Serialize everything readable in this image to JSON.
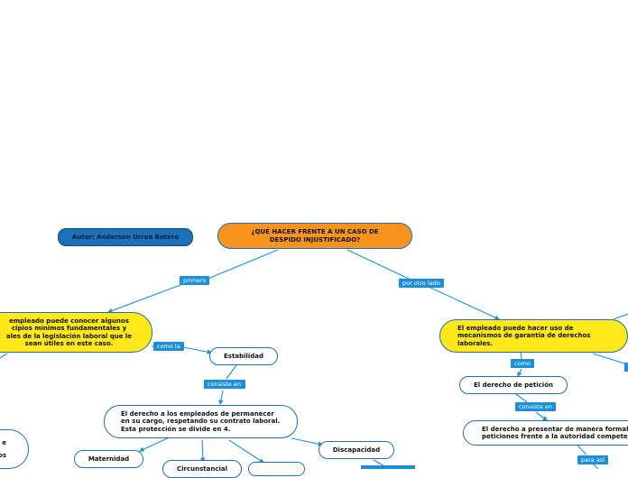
{
  "center": {
    "title": "¿QUÉ HACER FRENTE A UN CASO DE\nDESPIDO INJUSTIFICADO?"
  },
  "author": {
    "text": "Autor: Anderson Urrea Botero"
  },
  "left_branch": {
    "label": "primero",
    "node_text": "empleado puede conocer algunos\ncipios mínimos fundamentales y\nales de la legislación laboral que le\nsean útiles en este caso.",
    "como_label": "como la",
    "estabilidad": "Estabilidad",
    "consiste_label": "consiste en",
    "derecho_text": "El derecho a los empleados de permanecer\nen su cargo, respetando su contrato laboral.\nEsta protección se divide en 4.",
    "maternidad": "Maternidad",
    "discapacidad": "Discapacidad",
    "circunstancial": "Circunstancial",
    "partial_left_line1": "e",
    "partial_left_line2": "os"
  },
  "right_branch": {
    "label": "por otro lado",
    "node_text": "El empleado puede hacer uso de\nmecanismos de garantía de derechos\nlaborales.",
    "como_label": "como",
    "peticion": "El derecho de petición",
    "consiste_label": "consiste en",
    "presentar_text": "El derecho a presentar de manera formal\npeticiones frente a la autoridad competer",
    "para_label": "para así"
  },
  "colors": {
    "center_fill": "#f7941d",
    "author_fill": "#1c6fb8",
    "yellow_fill": "#ffe81a",
    "edge": "#1c8fd8",
    "label_bg": "#1c8fd8"
  }
}
